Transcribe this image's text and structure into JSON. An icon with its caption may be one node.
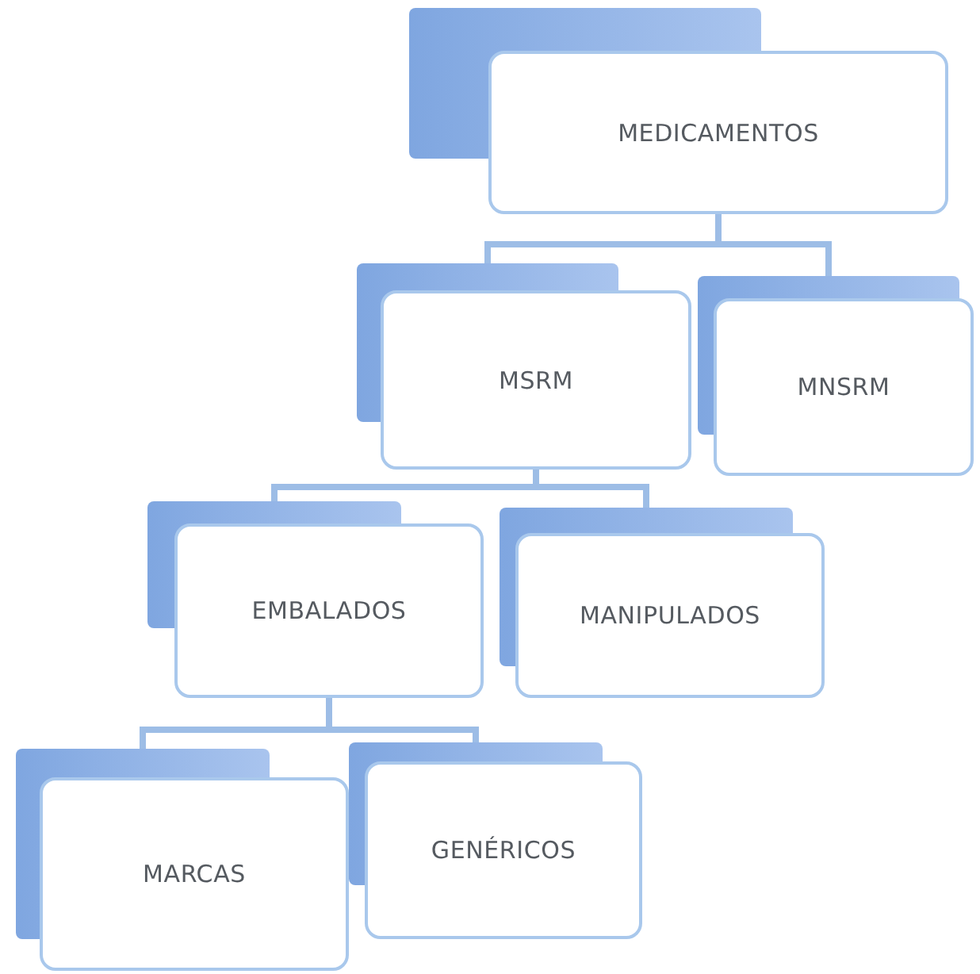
{
  "diagram": {
    "nodes": [
      {
        "text": [
          "MEDICAMENTOS"
        ]
      },
      {
        "text": [
          "MSRM"
        ]
      },
      {
        "text": [
          "MNSRM"
        ]
      },
      {
        "text": [
          "EMBALADOS"
        ]
      },
      {
        "text": [
          "MANIPULADOS"
        ]
      },
      {
        "text": [
          "MARCAS"
        ]
      },
      {
        "text": [
          "GENÉRICOS"
        ]
      }
    ],
    "edges": [
      {
        "from": 0,
        "to": 1,
        "arrow": "none"
      },
      {
        "from": 0,
        "to": 2,
        "arrow": "none"
      },
      {
        "from": 1,
        "to": 3,
        "arrow": "none"
      },
      {
        "from": 1,
        "to": 4,
        "arrow": "none"
      },
      {
        "from": 3,
        "to": 5,
        "arrow": "none"
      },
      {
        "from": 3,
        "to": 6,
        "arrow": "none"
      }
    ]
  }
}
